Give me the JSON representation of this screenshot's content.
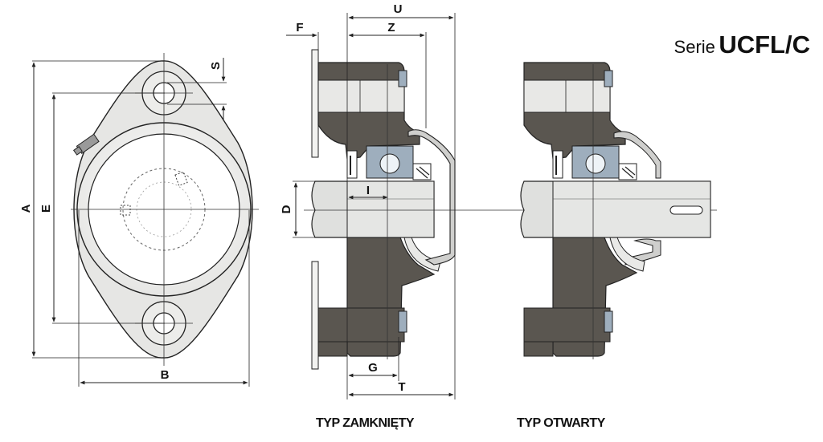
{
  "title": {
    "prefix": "Serie",
    "name": "UCFL/C"
  },
  "captions": {
    "closed": "TYP ZAMKNIĘTY",
    "open": "TYP OTWARTY"
  },
  "dimensions": {
    "A": "A",
    "B": "B",
    "D": "D",
    "E": "E",
    "F": "F",
    "G": "G",
    "I": "I",
    "S": "S",
    "T": "T",
    "U": "U",
    "Z": "Z"
  },
  "colors": {
    "housing": "#5a5650",
    "housing_light": "#e9e9e7",
    "shaft": "#dfe0de",
    "metal": "#9eaebd",
    "line": "#222222",
    "background": "#ffffff"
  }
}
